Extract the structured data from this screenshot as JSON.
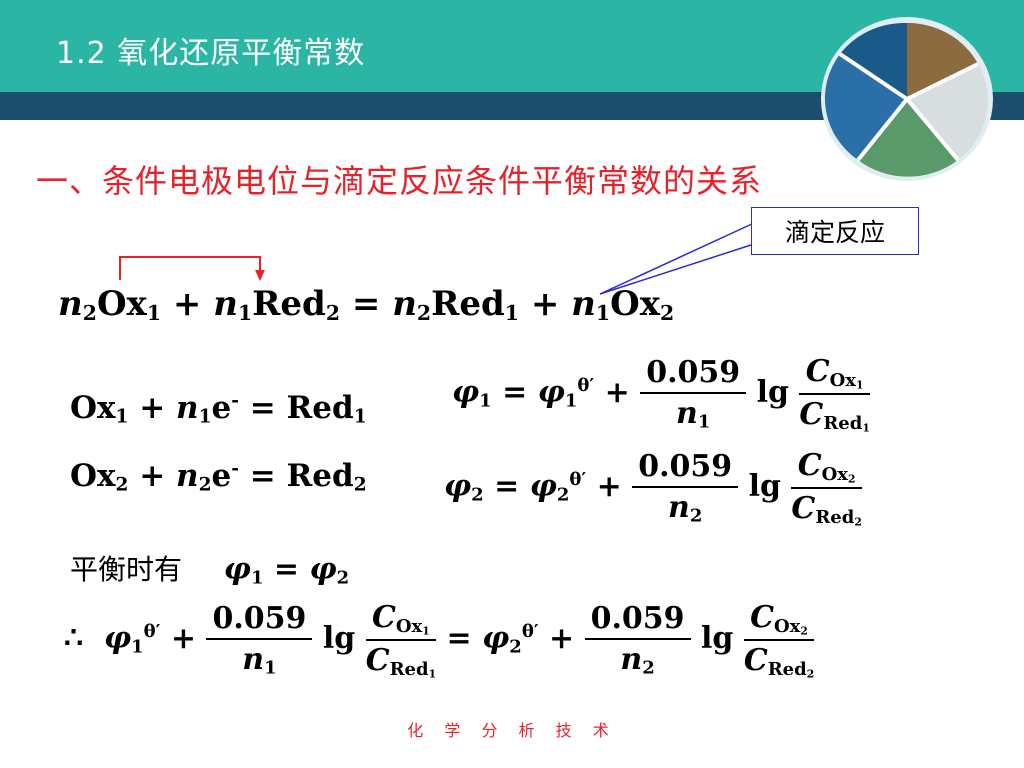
{
  "header": {
    "title": "1.2  氧化还原平衡常数"
  },
  "section": {
    "heading": "一、条件电极电位与滴定反应条件平衡常数的关系",
    "callout_label": "滴定反应"
  },
  "equations": {
    "reaction": "n₂Ox₁ + n₁Red₂ = n₂Red₁ + n₁Ox₂",
    "half1": "Ox₁ + n₁e⁻ = Red₁",
    "half2": "Ox₂ + n₂e⁻ = Red₂",
    "nernst1": "φ₁ = φ₁θ′ + (0.059/n₁) lg (C_Ox₁ / C_Red₁)",
    "nernst2": "φ₂ = φ₂θ′ + (0.059/n₂) lg (C_Ox₂ / C_Red₂)",
    "equilibrium_label": "平衡时有",
    "equilibrium_condition": "φ₁ = φ₂",
    "therefore": "∴ φ₁θ′ + (0.059/n₁) lg (C_Ox₁ / C_Red₁) = φ₂θ′ + (0.059/n₂) lg (C_Ox₂ / C_Red₂)"
  },
  "footer": {
    "text": "化 学 分 析 技 术"
  },
  "colors": {
    "teal": "#2bb5a4",
    "navy": "#1d4e6e",
    "red": "#e8222b",
    "callout_border": "#2a2ad0"
  }
}
